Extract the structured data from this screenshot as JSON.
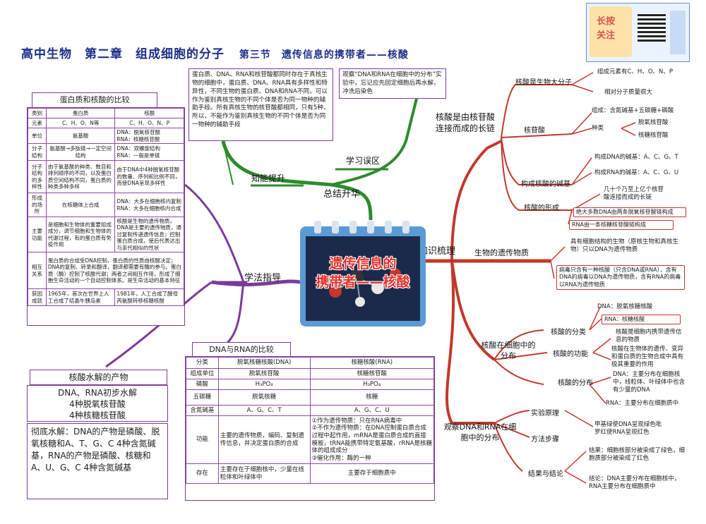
{
  "title": {
    "main": "高中生物　第二章　组成细胞的分子",
    "section": "第三节　遗传信息的携带者——核酸"
  },
  "logo": {
    "line1": "长按",
    "line2": "关注"
  },
  "center": {
    "line1": "遗传信息的",
    "line2": "携带者——核酸"
  },
  "branches": {
    "top": "总结升华",
    "left_up": "知能提升",
    "right_up": "学习误区",
    "right": "知识梳理",
    "left": "学法指导"
  },
  "top_left_box": "蛋白质、DNA、RNA和核苷酸都同时存在于真核生物的细胞中，蛋白质、DNA、RNA具有多样性和特异性，不同生物的蛋白质、DNA和RNA不同，可以作为鉴别真核生物的不同个体是否为同一物种的辅助手段。所有真核生物的核苷酸都相同，只有5种，所以，不能作为鉴别真核生物的不同个体是否为同一物种的辅助手段",
  "top_mid_box": "观察“DNA和RNA在细胞中的分布”实验中，忘记应先回定细胞后再水解，冲洗后染色",
  "compare1": {
    "title": "蛋白质和核酸的比较",
    "header": [
      "类别",
      "蛋白质",
      "核酸"
    ],
    "rows": [
      [
        "元素",
        "C、H、O、N等",
        "C、H、O、N、P"
      ],
      [
        "单位",
        "氨基酸",
        "DNA：脱氧核苷酸\nRNA：核糖核苷酸"
      ],
      [
        "分子结构",
        "氨基酸→多肽链→一定空间结构",
        "DNA：双螺旋结构\nRNA：一般是单链"
      ],
      [
        "分子结构的多样性",
        "由于氨基酸的种类、数目和排列顺序的不同，以及蛋白质空间结构不同，蛋白质的种类多种多样",
        "由于DNA中4种脱氧核苷酸的数量、序列和比例不同，而使DNA呈现多样性"
      ],
      [
        "形成的场所",
        "在核糖体上合成",
        "DNA：大多在细胞核内复制\nRNA：大多在细胞核内合成"
      ],
      [
        "主要功能",
        "是细胞和生物体的重要组成成分，调节细胞和生物体的代谢过程，有的蛋白质有免疫作用",
        "核酸是生物的遗传物质，DNA是主要的遗传物质，通过复制传递遗传信息；控制蛋白质合成，使后代表达出与亲代相似的性状"
      ],
      [
        "相互关系",
        "蛋白质的合成受DNA控制，蛋白质的性质由核酸决定；DNA的复制、转录和翻译，翻译都需要有酶的参与。蛋白质（酶）控制了核酸代谢；两者之间相互作用，形成了细胞生命活动的一个自动控制体系。是生命活动的基本特征",
        ""
      ],
      [
        "获因成就",
        "1965年，首次在世界上人工合成了结晶牛胰岛素",
        "1981年，人工合成了酵母丙氨酸转移核糖核酸"
      ]
    ]
  },
  "compare2": {
    "title": "DNA与RNA的比较",
    "header": [
      "分类",
      "脱氧核糖核酸(DNA)",
      "核糖核酸(RNA)"
    ],
    "rows": [
      [
        "组成单位",
        "脱氧核苷酸",
        "核糖核苷酸"
      ],
      [
        "磷酸",
        "H₃PO₄",
        "H₃PO₄"
      ],
      [
        "五碳糖",
        "脱氧核糖",
        "核糖"
      ],
      [
        "含氮碱基",
        "A、G、C、T",
        "A、G、C、U"
      ],
      [
        "功能",
        "主要的遗传物质，编码、复制遗传信息，并决定蛋白质的合成",
        "①作为遗传物质：只在RNA病毒中\n②不作为遗传物质：在DNA控制蛋白质合成过程中起作用，mRNA是蛋白质合成的直接模板，tRNA能携带特定氨基酸，rRNA是核糖体的组成成分\n③催化作用：酶的一种"
      ],
      [
        "存在",
        "主要存在于细胞核中，少量在线粒体和叶绿体中",
        "主要存于细胞质中"
      ]
    ]
  },
  "hydrolysis": {
    "title": "核酸水解的产物",
    "box1": [
      "DNA、RNA初步水解",
      "4种脱氧核苷酸",
      "4种核糖核苷酸"
    ],
    "box2": "彻底水解：DNA的产物是磷酸、脱氧核糖和A、T、G、C 4种含氮碱基，RNA的产物是磷酸、核糖和A、U、G、C 4种含氮碱基"
  },
  "right_tree": {
    "n1": "核酸是由核苷酸连接而成的长链",
    "n1a": "核酸是生物大分子",
    "n1a1": "组成元素有C、H、O、N、P",
    "n1a2": "相对分子质量很大",
    "n1b": "核苷酸",
    "n1b1": "组成：含氮碱基+五碳糖+磷酸",
    "n1b2": "种类",
    "n1b2a": "脱氧核苷酸",
    "n1b2b": "核糖核苷酸",
    "n1c": "构成核酸的碱基",
    "n1c1": "构成DNA的碱基：A、C、G、T",
    "n1c2": "构成RNA的碱基：A、C、G、U",
    "n1d": "核酸的形成",
    "n1d1": "几十个乃至上亿个核苷酸连接而成的长链",
    "n1d2": "绝大多数DNA由两条脱氧核苷酸链构成",
    "n1d3": "RNA由一条核糖核苷酸链构成",
    "n2": "生物的遗传物质",
    "n2a": "具有细胞结构的生物（原核生物和真核生物）只以DNA为遗传物质",
    "n2b": "病毒只含有一种核酸（只含DNA或RNA），含有DNA的病毒以DNA为遗传物质，含有RNA的病毒以RNA为遗传物质",
    "n3": "核酸在细胞中的分布",
    "n3a": "核酸的分类",
    "n3a1": "DNA：脱氧核糖核酸",
    "n3a2": "RNA：核糖核酸",
    "n3b": "核酸的功能",
    "n3b1": "核酸是细胞内携带遗传信息的物质",
    "n3b2": "核酸在生物体的遗传、变异和蛋白质的生物合成中具有极其重要的作用",
    "n3c": "核酸的分布",
    "n3c1": "DNA：主要分布在细胞核中，线粒体、叶绿体中也含有少量的DNA",
    "n3c2": "RNA：主要分布在细胞质中",
    "n4": "观察DNA和RNA在细胞中的分布",
    "n4a": "实验原理",
    "n4a1": "甲基绿使DNA呈现绿色吡罗红使RNA呈现红色",
    "n4b": "方法步骤",
    "n4c": "结果与结论",
    "n4c1": "结果：细胞核部分被染成了绿色，细胞质部分被染成了红色",
    "n4c2": "结论：DNA主要分布在细胞核中，RNA主要分布在细胞质中"
  },
  "colors": {
    "title": "#1c2e8a",
    "green": "#2e8b2e",
    "purple": "#7b3b9a",
    "red": "#c0392b",
    "gold": "#d4a017"
  }
}
